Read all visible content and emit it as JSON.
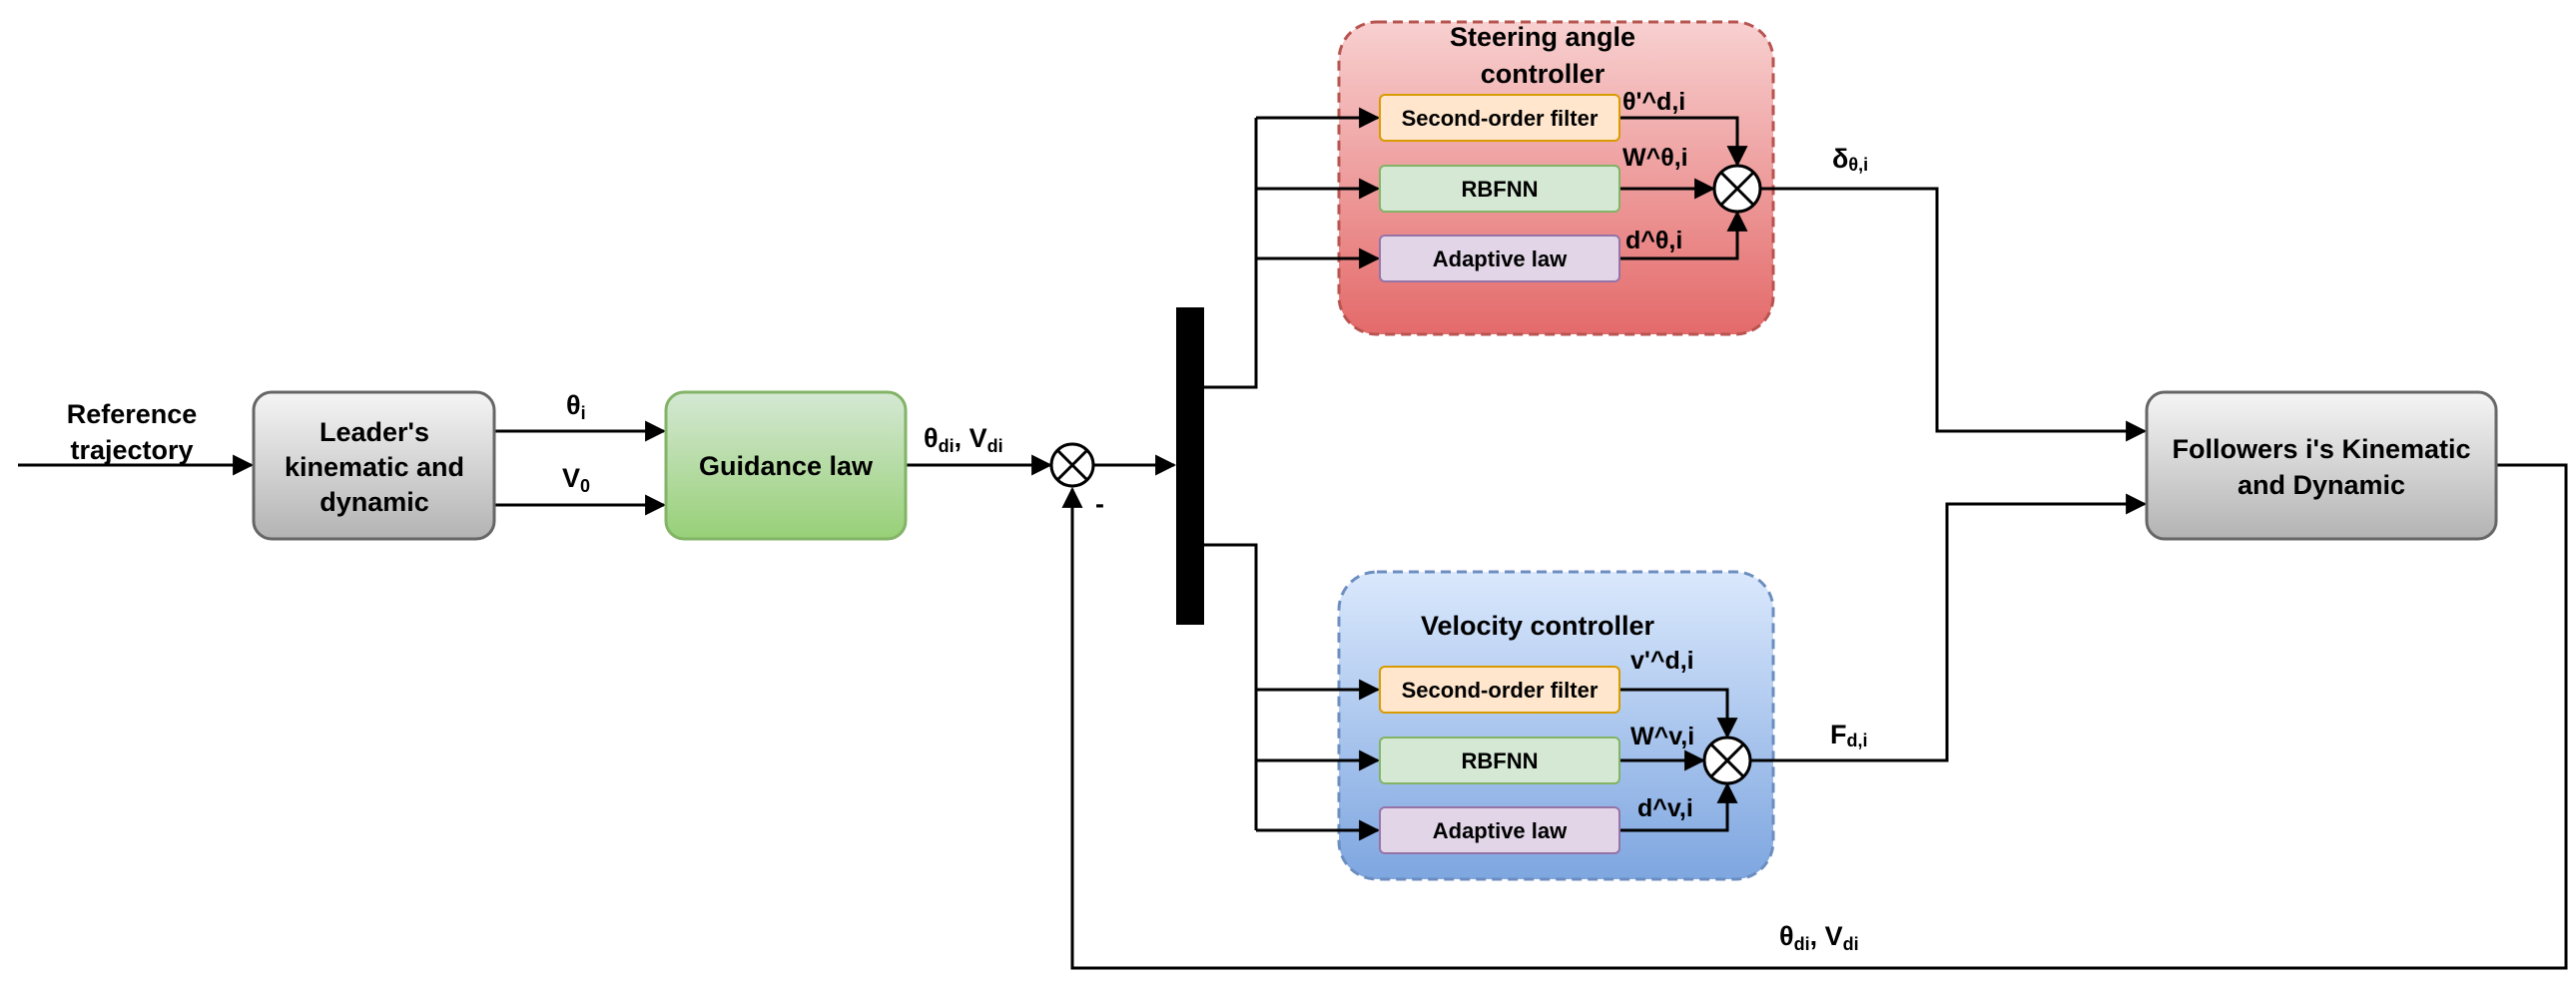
{
  "input": {
    "label_line1": "Reference",
    "label_line2": "trajectory"
  },
  "leader": {
    "line1": "Leader's",
    "line2": "kinematic and",
    "line3": "dynamic"
  },
  "signals": {
    "theta": "θ",
    "theta_sub": "i",
    "v": "V",
    "v_sub": "0",
    "guidance_out_theta": "θ",
    "guidance_out_theta_sub": "di",
    "guidance_out_sep": ", ",
    "guidance_out_v": "V",
    "guidance_out_v_sub": "di",
    "minus": "-",
    "delta": "δ",
    "delta_sub": "θ,i",
    "force": "F",
    "force_sub": "d,i",
    "feedback_theta": "θ",
    "feedback_theta_sub": "di",
    "feedback_sep": ", ",
    "feedback_v": "V",
    "feedback_v_sub": "di"
  },
  "guidance": {
    "label": "Guidance law"
  },
  "steering": {
    "title_line1": "Steering angle",
    "title_line2": "controller",
    "filter": "Second-order filter",
    "rbfnn": "RBFNN",
    "adaptive": "Adaptive law",
    "sig_filter": "θ'^d,i",
    "sig_rbfnn": "W^θ,i",
    "sig_adaptive": "d^θ,i"
  },
  "velocity": {
    "title": "Velocity controller",
    "filter": "Second-order filter",
    "rbfnn": "RBFNN",
    "adaptive": "Adaptive law",
    "sig_filter": "v'^d,i",
    "sig_rbfnn": "W^v,i",
    "sig_adaptive": "d^v,i"
  },
  "followers": {
    "line1": "Followers i's Kinematic",
    "line2": "and Dynamic"
  },
  "colors": {
    "steering_top": "#f6cccc",
    "steering_bottom": "#e46a6a",
    "steering_border": "#b85450",
    "velocity_top": "#dae8fc",
    "velocity_bottom": "#7ea6e0",
    "velocity_border": "#6c8ebf",
    "filter_fill": "#ffe6cc",
    "filter_border": "#d79b00",
    "rbfnn_fill": "#d5e8d4",
    "rbfnn_border": "#82b366",
    "adaptive_fill": "#e1d5e7",
    "adaptive_border": "#9673a6",
    "guidance_top": "#d5e8d4",
    "guidance_bottom": "#97d077",
    "guidance_border": "#82b366",
    "gray_top": "#f5f5f5",
    "gray_bottom": "#b3b3b3",
    "gray_border": "#666666"
  }
}
